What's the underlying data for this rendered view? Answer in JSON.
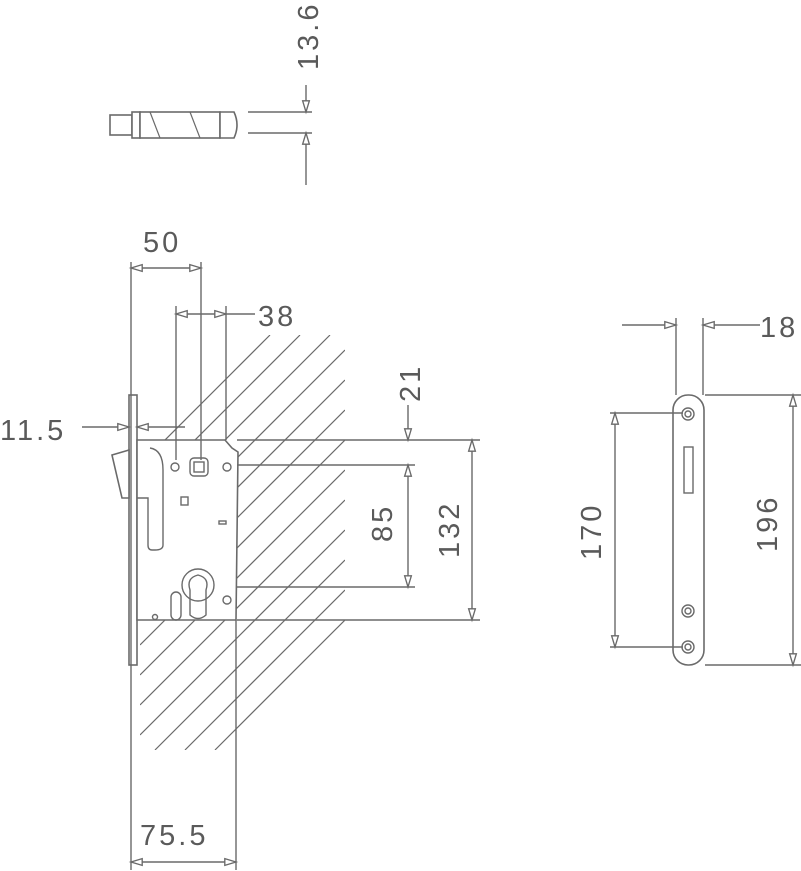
{
  "title": "Mortise lock technical drawing",
  "dimensions": {
    "bolt_height": "13.6",
    "backset_50": "50",
    "spindle_38": "38",
    "faceplate_thickness": "11.5",
    "top_offset": "21",
    "center_distance": "85",
    "body_height": "132",
    "body_depth": "75.5",
    "strike_width": "18",
    "strike_screw_distance": "170",
    "strike_height": "196"
  },
  "colors": {
    "line": "#6a6a6a",
    "text": "#5a5a5a"
  }
}
